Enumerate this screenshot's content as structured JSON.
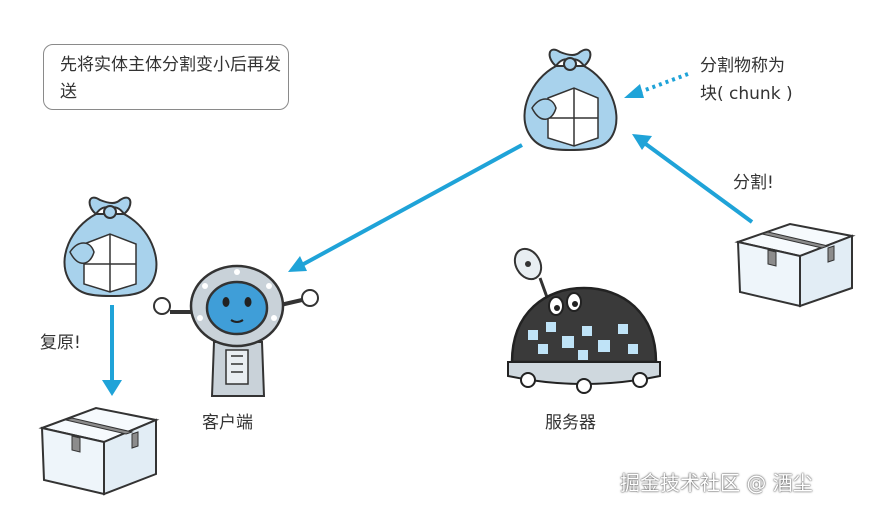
{
  "callout": {
    "text": "先将实体主体分割变小后再发送"
  },
  "labels": {
    "chunk_name": "分割物称为\n块( chunk )",
    "split": "分割!",
    "restore": "复原!",
    "client": "客户端",
    "server": "服务器"
  },
  "watermark": "掘金技术社区 @ 酒尘",
  "colors": {
    "arrow": "#1fa3d8",
    "bundle": "#a8d2ec",
    "box": "#eef5fa",
    "tape": "#8c8c8c",
    "robot_face": "#3f9ed8",
    "server_body": "#3a3a3a"
  },
  "icons": [
    "bundle-icon",
    "box-icon",
    "client-robot-icon",
    "server-robot-icon",
    "arrow-icon"
  ]
}
